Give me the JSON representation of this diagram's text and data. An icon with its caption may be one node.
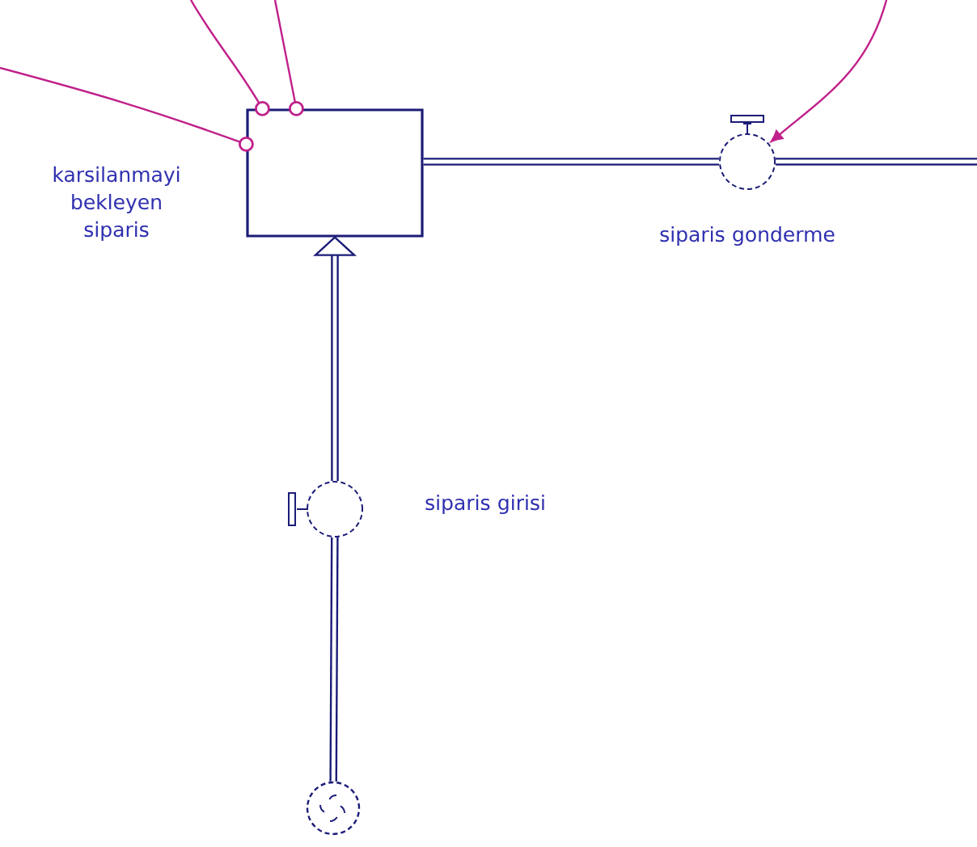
{
  "diagram": {
    "nodes": [
      {
        "text": [
          "karsilanmayi bekleyen siparis"
        ]
      },
      {
        "text": [
          "siparis gonderme"
        ]
      },
      {
        "text": [
          "siparis girisi"
        ]
      },
      {
        "text": [],
        "shape": "cloud"
      }
    ],
    "edges": [
      {
        "from": 3,
        "to": 2,
        "arrow": "none",
        "style": "thick"
      },
      {
        "from": 2,
        "to": 0,
        "arrow": "to",
        "style": "thick"
      },
      {
        "from": 0,
        "to": 1,
        "arrow": "none",
        "style": "thick"
      },
      {
        "from": 1,
        "to": null,
        "arrow": "none",
        "style": "thick"
      },
      {
        "from": null,
        "to": 0,
        "arrow": "other",
        "color": "#c0208a"
      },
      {
        "from": null,
        "to": 0,
        "arrow": "other",
        "color": "#c0208a"
      },
      {
        "from": null,
        "to": 0,
        "arrow": "other",
        "color": "#c0208a"
      },
      {
        "from": null,
        "to": 1,
        "arrow": "to",
        "color": "#c0208a"
      }
    ]
  }
}
